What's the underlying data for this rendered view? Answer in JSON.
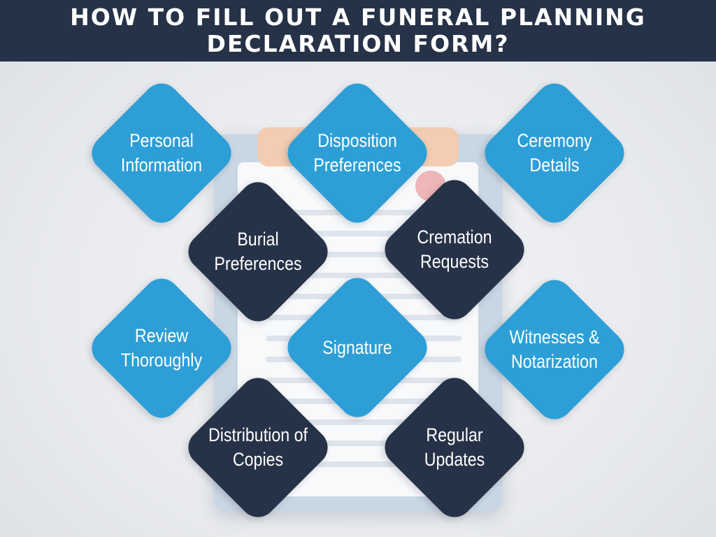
{
  "title": {
    "line1": "HOW TO FILL OUT A FUNERAL PLANNING",
    "line2": "DECLARATION FORM?"
  },
  "steps": [
    {
      "id": "personal-information",
      "line1": "Personal",
      "line2": "Information",
      "style": "blue"
    },
    {
      "id": "disposition-preferences",
      "line1": "Disposition",
      "line2": "Preferences",
      "style": "blue"
    },
    {
      "id": "ceremony-details",
      "line1": "Ceremony",
      "line2": "Details",
      "style": "blue"
    },
    {
      "id": "burial-preferences",
      "line1": "Burial",
      "line2": "Preferences",
      "style": "dark"
    },
    {
      "id": "cremation-requests",
      "line1": "Cremation",
      "line2": "Requests",
      "style": "dark"
    },
    {
      "id": "review-thoroughly",
      "line1": "Review",
      "line2": "Thoroughly",
      "style": "blue"
    },
    {
      "id": "signature",
      "line1": "Signature",
      "line2": "",
      "style": "blue"
    },
    {
      "id": "witnesses-notarization",
      "line1": "Witnesses &",
      "line2": "Notarization",
      "style": "blue"
    },
    {
      "id": "distribution-of-copies",
      "line1": "Distribution of",
      "line2": "Copies",
      "style": "dark"
    },
    {
      "id": "regular-updates",
      "line1": "Regular",
      "line2": "Updates",
      "style": "dark"
    }
  ],
  "colors": {
    "header": "#263247",
    "blue_diamond": "#2d9fd6",
    "dark_diamond": "#263247",
    "background": "#eceef1"
  }
}
